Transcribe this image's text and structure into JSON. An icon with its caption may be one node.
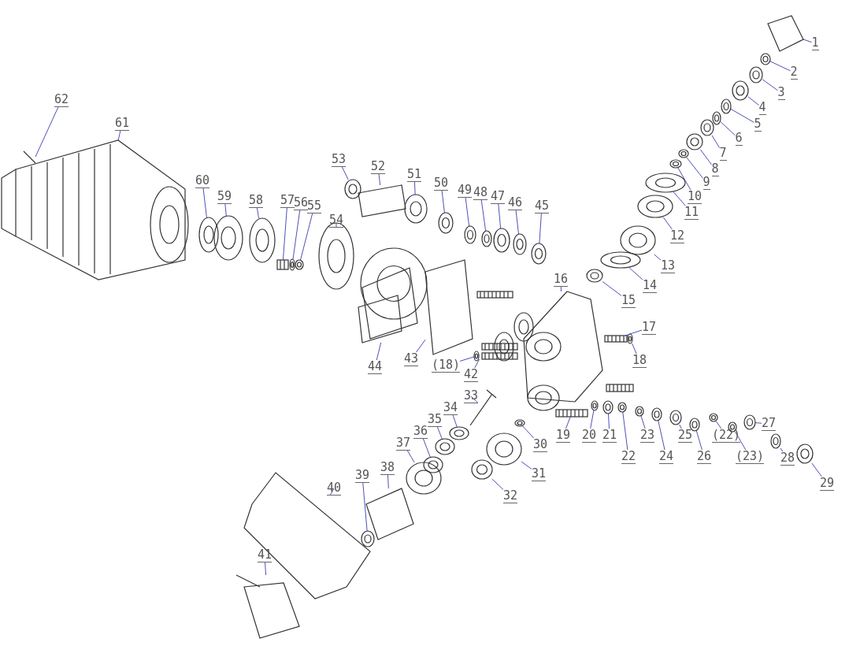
{
  "diagram": {
    "nodes": [
      {
        "text": [
          "1"
        ]
      },
      {
        "text": [
          "2"
        ]
      },
      {
        "text": [
          "3"
        ]
      },
      {
        "text": [
          "4"
        ]
      },
      {
        "text": [
          "5"
        ]
      },
      {
        "text": [
          "6"
        ]
      },
      {
        "text": [
          "7"
        ]
      },
      {
        "text": [
          "8"
        ]
      },
      {
        "text": [
          "9"
        ]
      },
      {
        "text": [
          "10"
        ]
      },
      {
        "text": [
          "11"
        ]
      },
      {
        "text": [
          "12"
        ]
      },
      {
        "text": [
          "13"
        ]
      },
      {
        "text": [
          "14"
        ]
      },
      {
        "text": [
          "15"
        ]
      },
      {
        "text": [
          "16"
        ]
      },
      {
        "text": [
          "17"
        ]
      },
      {
        "text": [
          "18"
        ]
      },
      {
        "text": [
          "(18)"
        ]
      },
      {
        "text": [
          "19"
        ]
      },
      {
        "text": [
          "20"
        ]
      },
      {
        "text": [
          "21"
        ]
      },
      {
        "text": [
          "22"
        ]
      },
      {
        "text": [
          "23"
        ]
      },
      {
        "text": [
          "24"
        ]
      },
      {
        "text": [
          "25"
        ]
      },
      {
        "text": [
          "26"
        ]
      },
      {
        "text": [
          "(22)"
        ]
      },
      {
        "text": [
          "(23)"
        ]
      },
      {
        "text": [
          "27"
        ]
      },
      {
        "text": [
          "28"
        ]
      },
      {
        "text": [
          "29"
        ]
      },
      {
        "text": [
          "30"
        ]
      },
      {
        "text": [
          "31"
        ]
      },
      {
        "text": [
          "32"
        ]
      },
      {
        "text": [
          "33"
        ]
      },
      {
        "text": [
          "34"
        ]
      },
      {
        "text": [
          "35"
        ]
      },
      {
        "text": [
          "36"
        ]
      },
      {
        "text": [
          "37"
        ]
      },
      {
        "text": [
          "38"
        ]
      },
      {
        "text": [
          "39"
        ]
      },
      {
        "text": [
          "40"
        ]
      },
      {
        "text": [
          "41"
        ]
      },
      {
        "text": [
          "42"
        ]
      },
      {
        "text": [
          "43"
        ]
      },
      {
        "text": [
          "44"
        ]
      },
      {
        "text": [
          "45"
        ]
      },
      {
        "text": [
          "46"
        ]
      },
      {
        "text": [
          "47"
        ]
      },
      {
        "text": [
          "48"
        ]
      },
      {
        "text": [
          "49"
        ]
      },
      {
        "text": [
          "50"
        ]
      },
      {
        "text": [
          "51"
        ]
      },
      {
        "text": [
          "52"
        ]
      },
      {
        "text": [
          "53"
        ]
      },
      {
        "text": [
          "54"
        ]
      },
      {
        "text": [
          "55"
        ]
      },
      {
        "text": [
          "56"
        ]
      },
      {
        "text": [
          "57"
        ]
      },
      {
        "text": [
          "58"
        ]
      },
      {
        "text": [
          "59"
        ]
      },
      {
        "text": [
          "60"
        ]
      },
      {
        "text": [
          "61"
        ]
      },
      {
        "text": [
          "62"
        ]
      },
      {
        "text": [],
        "shape": "picture"
      },
      {
        "text": [],
        "shape": "picture"
      },
      {
        "text": [],
        "shape": "picture"
      },
      {
        "text": [],
        "shape": "picture"
      },
      {
        "text": [],
        "shape": "picture"
      },
      {
        "text": [],
        "shape": "picture"
      },
      {
        "text": [],
        "shape": "picture"
      },
      {
        "text": [],
        "shape": "picture"
      },
      {
        "text": [],
        "shape": "picture"
      },
      {
        "text": [],
        "shape": "picture"
      },
      {
        "text": [],
        "shape": "picture"
      },
      {
        "text": [],
        "shape": "picture"
      },
      {
        "text": [],
        "shape": "picture"
      },
      {
        "text": [],
        "shape": "picture"
      },
      {
        "text": [],
        "shape": "picture"
      },
      {
        "text": [],
        "shape": "picture"
      },
      {
        "text": [],
        "shape": "picture"
      },
      {
        "text": [],
        "shape": "picture"
      },
      {
        "text": [],
        "shape": "picture"
      },
      {
        "text": [],
        "shape": "picture"
      },
      {
        "text": [],
        "shape": "picture"
      },
      {
        "text": [],
        "shape": "picture"
      },
      {
        "text": [],
        "shape": "picture"
      },
      {
        "text": [],
        "shape": "picture"
      },
      {
        "text": [],
        "shape": "picture"
      },
      {
        "text": [],
        "shape": "picture"
      },
      {
        "text": [],
        "shape": "picture"
      },
      {
        "text": [],
        "shape": "picture"
      },
      {
        "text": [],
        "shape": "picture"
      },
      {
        "text": [],
        "shape": "picture"
      },
      {
        "text": [],
        "shape": "picture"
      },
      {
        "text": [],
        "shape": "picture"
      },
      {
        "text": [],
        "shape": "picture"
      },
      {
        "text": [],
        "shape": "picture"
      },
      {
        "text": [],
        "shape": "picture"
      },
      {
        "text": [],
        "shape": "picture"
      },
      {
        "text": [],
        "shape": "picture"
      },
      {
        "text": [],
        "shape": "picture"
      },
      {
        "text": [],
        "shape": "picture"
      },
      {
        "text": [],
        "shape": "picture"
      },
      {
        "text": [],
        "shape": "picture"
      },
      {
        "text": [],
        "shape": "picture"
      },
      {
        "text": [],
        "shape": "picture"
      },
      {
        "text": [],
        "shape": "picture"
      },
      {
        "text": [],
        "shape": "picture"
      },
      {
        "text": [],
        "shape": "picture"
      },
      {
        "text": [],
        "shape": "picture"
      },
      {
        "text": [],
        "shape": "picture"
      },
      {
        "text": [],
        "shape": "picture"
      },
      {
        "text": [],
        "shape": "picture"
      },
      {
        "text": [],
        "shape": "picture"
      },
      {
        "text": [],
        "shape": "picture"
      },
      {
        "text": [],
        "shape": "picture"
      },
      {
        "text": [],
        "shape": "picture"
      },
      {
        "text": [],
        "shape": "picture"
      },
      {
        "text": [],
        "shape": "picture"
      },
      {
        "text": [],
        "shape": "picture"
      },
      {
        "text": [],
        "shape": "picture"
      },
      {
        "text": [],
        "shape": "picture"
      },
      {
        "text": [],
        "shape": "picture"
      },
      {
        "text": [],
        "shape": "picture"
      },
      {
        "text": [],
        "shape": "picture"
      },
      {
        "text": [],
        "shape": "picture"
      },
      {
        "text": [],
        "shape": "picture"
      },
      {
        "text": [],
        "shape": "picture"
      }
    ],
    "edges": [
      {
        "from": 0,
        "to": 65,
        "arrow": "none"
      },
      {
        "from": 1,
        "to": 66,
        "arrow": "none"
      },
      {
        "from": 2,
        "to": 67,
        "arrow": "none"
      },
      {
        "from": 3,
        "to": 68,
        "arrow": "none"
      },
      {
        "from": 4,
        "to": 69,
        "arrow": "none"
      },
      {
        "from": 5,
        "to": 70,
        "arrow": "none"
      },
      {
        "from": 6,
        "to": 71,
        "arrow": "none"
      },
      {
        "from": 7,
        "to": 72,
        "arrow": "none"
      },
      {
        "from": 8,
        "to": 73,
        "arrow": "none"
      },
      {
        "from": 9,
        "to": 74,
        "arrow": "none"
      },
      {
        "from": 10,
        "to": 75,
        "arrow": "none"
      },
      {
        "from": 11,
        "to": 76,
        "arrow": "none"
      },
      {
        "from": 12,
        "to": 77,
        "arrow": "none"
      },
      {
        "from": 13,
        "to": 78,
        "arrow": "none"
      },
      {
        "from": 14,
        "to": 79,
        "arrow": "none"
      },
      {
        "from": 15,
        "to": 80,
        "arrow": "none"
      },
      {
        "from": 16,
        "to": 81,
        "arrow": "none"
      },
      {
        "from": 17,
        "to": 82,
        "arrow": "none"
      },
      {
        "from": 18,
        "to": 83,
        "arrow": "none"
      },
      {
        "from": 19,
        "to": 84,
        "arrow": "none"
      },
      {
        "from": 20,
        "to": 85,
        "arrow": "none"
      },
      {
        "from": 21,
        "to": 86,
        "arrow": "none"
      },
      {
        "from": 22,
        "to": 87,
        "arrow": "none"
      },
      {
        "from": 23,
        "to": 88,
        "arrow": "none"
      },
      {
        "from": 24,
        "to": 89,
        "arrow": "none"
      },
      {
        "from": 25,
        "to": 90,
        "arrow": "none"
      },
      {
        "from": 26,
        "to": 91,
        "arrow": "none"
      },
      {
        "from": 27,
        "to": 92,
        "arrow": "none"
      },
      {
        "from": 28,
        "to": 93,
        "arrow": "none"
      },
      {
        "from": 29,
        "to": 94,
        "arrow": "none"
      },
      {
        "from": 30,
        "to": 95,
        "arrow": "none"
      },
      {
        "from": 31,
        "to": 96,
        "arrow": "none"
      },
      {
        "from": 32,
        "to": 97,
        "arrow": "none"
      },
      {
        "from": 33,
        "to": 98,
        "arrow": "none"
      },
      {
        "from": 34,
        "to": 99,
        "arrow": "none"
      },
      {
        "from": 35,
        "to": 100,
        "arrow": "none"
      },
      {
        "from": 36,
        "to": 101,
        "arrow": "none"
      },
      {
        "from": 37,
        "to": 102,
        "arrow": "none"
      },
      {
        "from": 38,
        "to": 103,
        "arrow": "none"
      },
      {
        "from": 39,
        "to": 104,
        "arrow": "none"
      },
      {
        "from": 40,
        "to": 105,
        "arrow": "none"
      },
      {
        "from": 41,
        "to": 106,
        "arrow": "none"
      },
      {
        "from": 42,
        "to": 107,
        "arrow": "none"
      },
      {
        "from": 43,
        "to": 108,
        "arrow": "none"
      },
      {
        "from": 44,
        "to": 109,
        "arrow": "none"
      },
      {
        "from": 45,
        "to": 110,
        "arrow": "none"
      },
      {
        "from": 46,
        "to": 111,
        "arrow": "none"
      },
      {
        "from": 47,
        "to": 112,
        "arrow": "none"
      },
      {
        "from": 48,
        "to": 113,
        "arrow": "none"
      },
      {
        "from": 49,
        "to": 114,
        "arrow": "none"
      },
      {
        "from": 50,
        "to": 115,
        "arrow": "none"
      },
      {
        "from": 51,
        "to": 116,
        "arrow": "none"
      },
      {
        "from": 52,
        "to": 117,
        "arrow": "none"
      },
      {
        "from": 53,
        "to": 118,
        "arrow": "none"
      },
      {
        "from": 54,
        "to": 119,
        "arrow": "none"
      },
      {
        "from": 55,
        "to": 120,
        "arrow": "none"
      },
      {
        "from": 56,
        "to": 121,
        "arrow": "none"
      },
      {
        "from": 57,
        "to": 122,
        "arrow": "none"
      },
      {
        "from": 58,
        "to": 123,
        "arrow": "none"
      },
      {
        "from": 59,
        "to": 124,
        "arrow": "none"
      },
      {
        "from": 60,
        "to": 125,
        "arrow": "none"
      },
      {
        "from": 61,
        "to": 126,
        "arrow": "none"
      },
      {
        "from": 62,
        "to": 127,
        "arrow": "none"
      },
      {
        "from": 63,
        "to": 128,
        "arrow": "none"
      },
      {
        "from": 64,
        "to": 129,
        "arrow": "none"
      }
    ]
  }
}
